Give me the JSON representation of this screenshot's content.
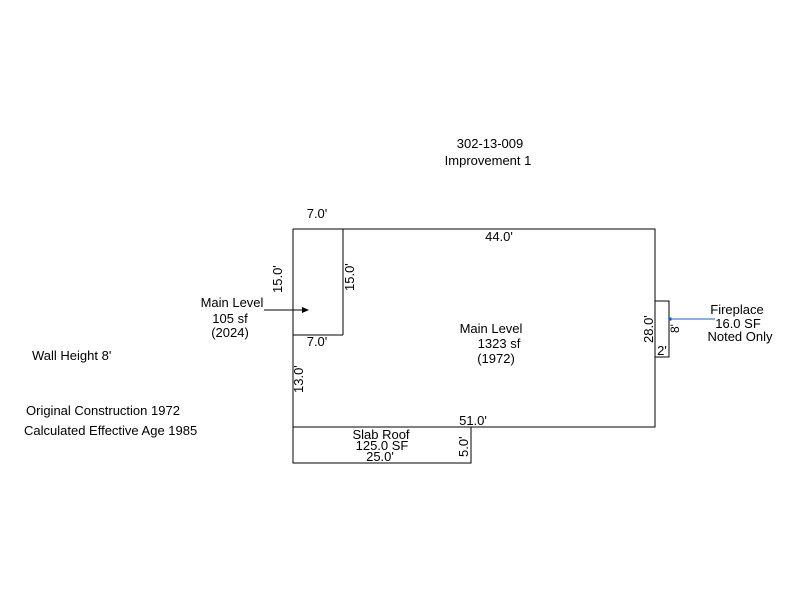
{
  "header": {
    "parcel_id": "302-13-009",
    "improvement": "Improvement 1"
  },
  "notes": {
    "wall_height": "Wall Height 8'",
    "original_construction": "Original Construction 1972",
    "effective_age": "Calculated Effective Age 1985"
  },
  "areas": {
    "addition": {
      "name": "Main Level",
      "area": "105 sf",
      "year": "(2024)"
    },
    "main": {
      "name": "Main Level",
      "area": "1323 sf",
      "year": "(1972)"
    },
    "slab": {
      "name": "Slab Roof",
      "area": "125.0 SF"
    },
    "fireplace": {
      "name": "Fireplace",
      "area": "16.0 SF",
      "note": "Noted Only"
    }
  },
  "dimensions": {
    "addition_top": "7.0'",
    "addition_bottom": "7.0'",
    "addition_left": "15.0'",
    "addition_right": "15.0'",
    "main_top": "44.0'",
    "main_right": "28.0'",
    "main_bottom": "51.0'",
    "main_left_lower": "13.0'",
    "slab_bottom": "25.0'",
    "slab_right": "5.0'",
    "fireplace_depth": "8'",
    "fireplace_width": "2'"
  },
  "colors": {
    "lines": "#000000",
    "leader": "#1f5fbf"
  }
}
